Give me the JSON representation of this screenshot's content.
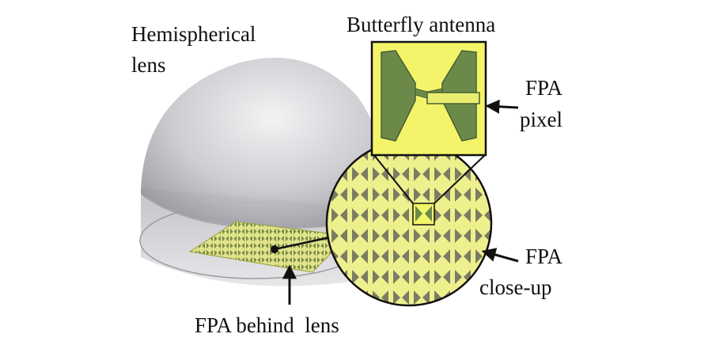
{
  "labels": {
    "lens_line1": "Hemispherical",
    "lens_line2": "lens",
    "antenna": "Butterfly antenna",
    "pixel_line1": "FPA",
    "pixel_line2": "pixel",
    "closeup_line1": "FPA",
    "closeup_line2": "close-up",
    "behind": "FPA behind  lens"
  },
  "colors": {
    "background": "#ffffff",
    "lens": "#c8c8cc",
    "fpa_fill": "#e8ec88",
    "closeup_fill": "#eef08e",
    "antenna_metal": "#6b8a4a",
    "pixel_fill": "#f4f46a",
    "text": "#111111"
  },
  "icons": [
    "arrow-icon",
    "butterfly-antenna-icon"
  ]
}
